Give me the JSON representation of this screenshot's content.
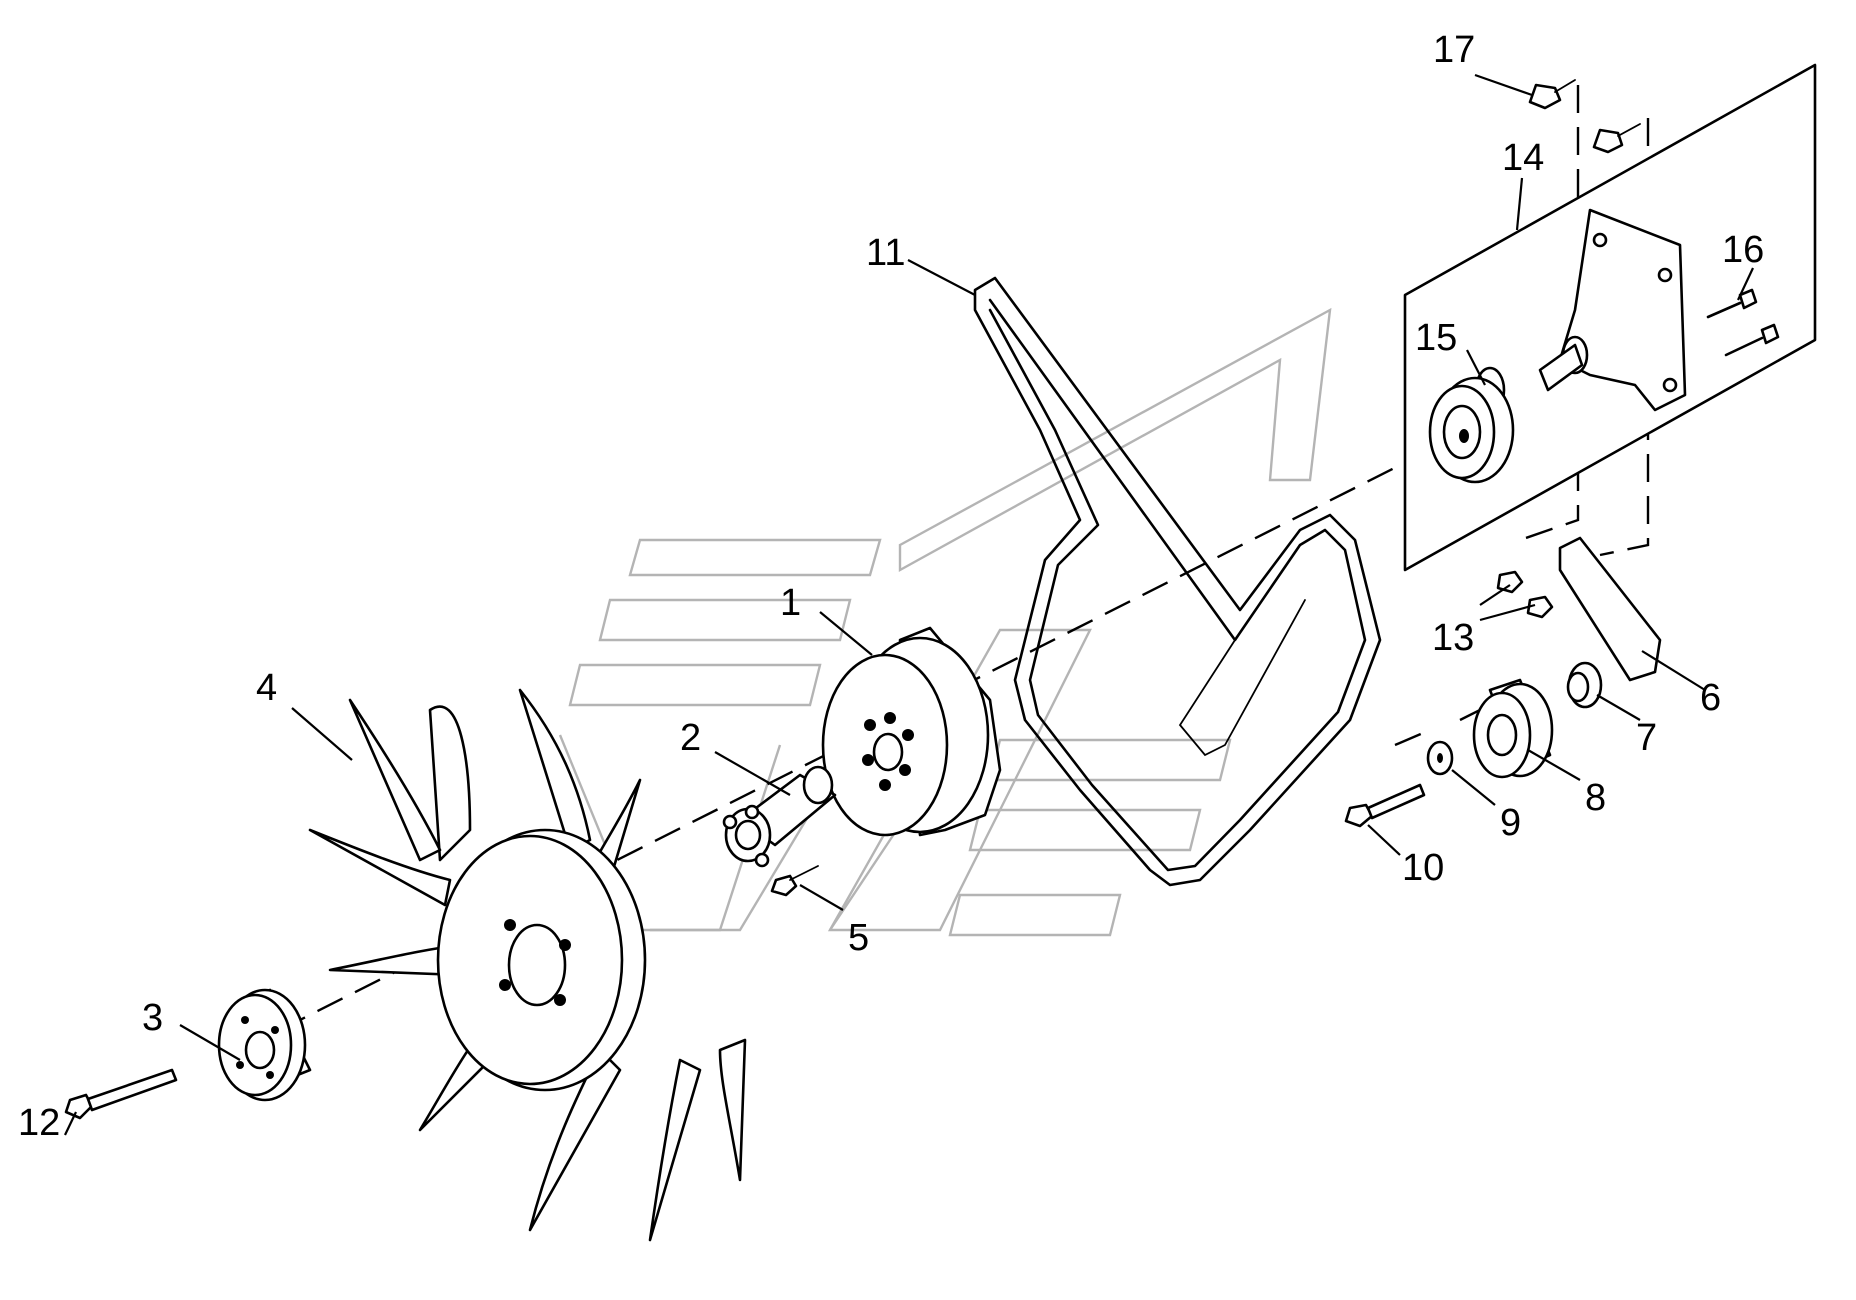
{
  "diagram": {
    "callouts": [
      {
        "id": "1",
        "label": "1"
      },
      {
        "id": "2",
        "label": "2"
      },
      {
        "id": "3",
        "label": "3"
      },
      {
        "id": "4",
        "label": "4"
      },
      {
        "id": "5",
        "label": "5"
      },
      {
        "id": "6",
        "label": "6"
      },
      {
        "id": "7",
        "label": "7"
      },
      {
        "id": "8",
        "label": "8"
      },
      {
        "id": "9",
        "label": "9"
      },
      {
        "id": "10",
        "label": "10"
      },
      {
        "id": "11",
        "label": "11"
      },
      {
        "id": "12",
        "label": "12"
      },
      {
        "id": "13",
        "label": "13"
      },
      {
        "id": "14",
        "label": "14"
      },
      {
        "id": "15",
        "label": "15"
      },
      {
        "id": "16",
        "label": "16"
      },
      {
        "id": "17",
        "label": "17"
      }
    ]
  }
}
